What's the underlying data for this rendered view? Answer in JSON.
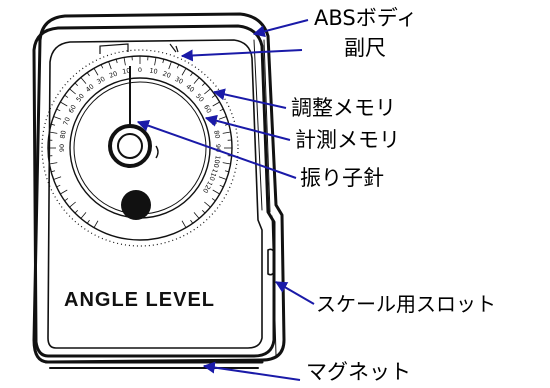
{
  "device": {
    "brand_text": "ANGLE LEVEL",
    "sub_scale_text": "1",
    "dial_numbers": [
      "90",
      "80",
      "70",
      "60",
      "50",
      "40",
      "30",
      "20",
      "10",
      "0",
      "10",
      "20",
      "30",
      "40",
      "50",
      "60",
      "70",
      "80",
      "90",
      "100",
      "110",
      "120"
    ]
  },
  "labels": {
    "abs_body": "ABSボディ",
    "sub_scale": "副尺",
    "adjust_scale": "調整メモリ",
    "measure_scale": "計測メモリ",
    "pendulum_needle": "振り子針",
    "scale_slot": "スケール用スロット",
    "magnet": "マグネット"
  },
  "colors": {
    "leader": "#1a1aa8",
    "ink": "#111111"
  }
}
